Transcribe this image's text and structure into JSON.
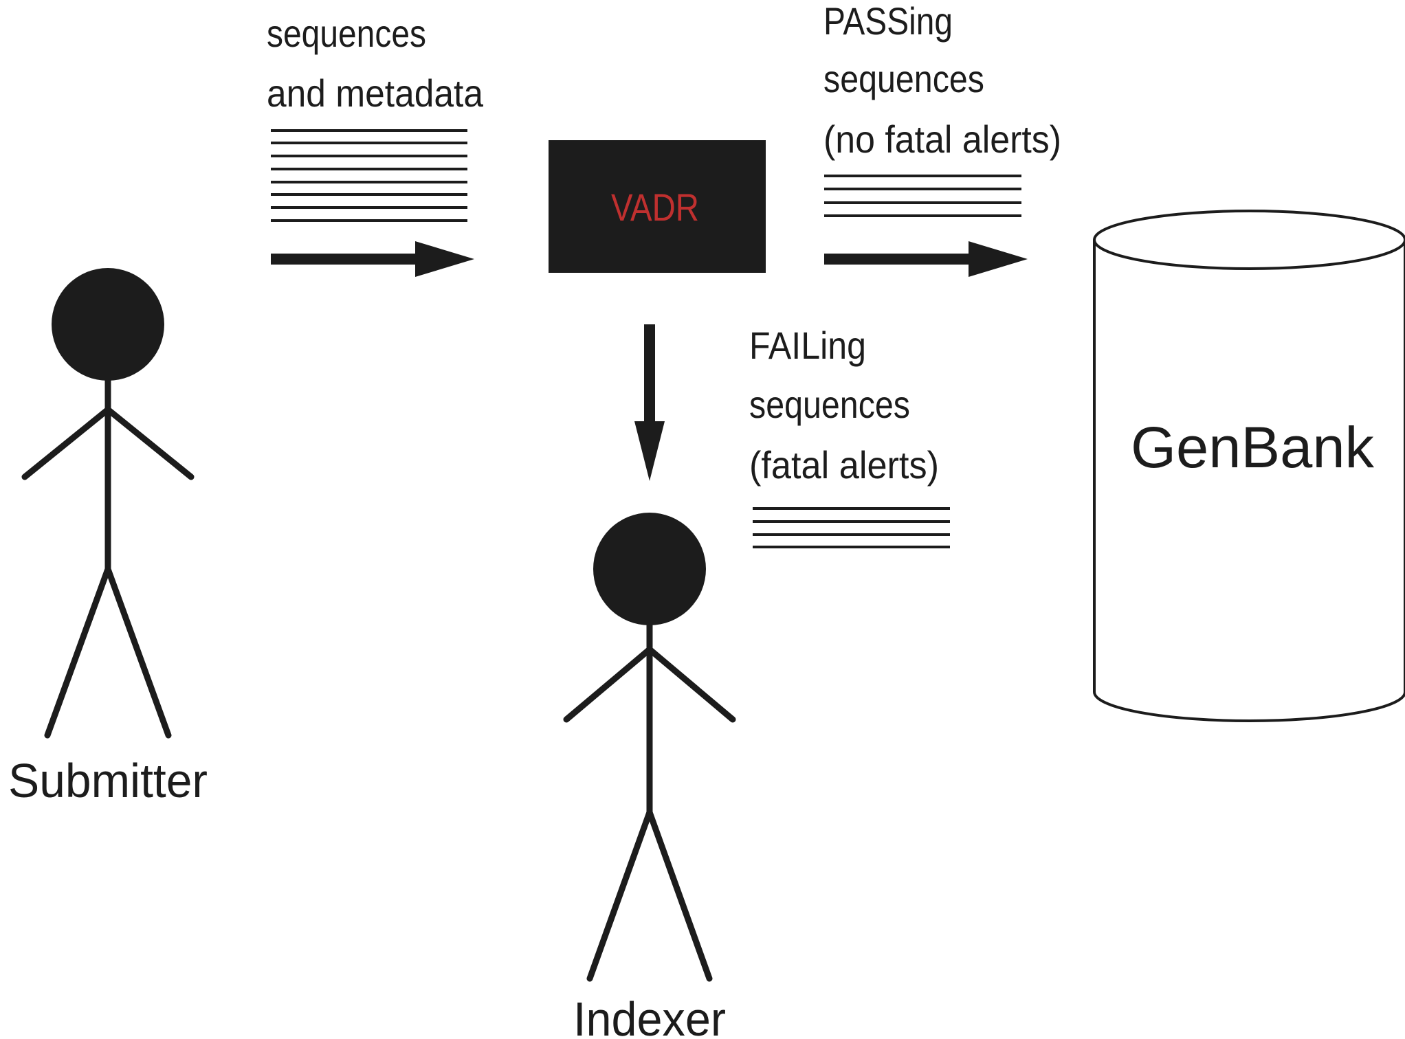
{
  "colors": {
    "ink": "#1c1c1c",
    "box_fill": "#1c1c1c",
    "box_text": "#c0302f",
    "background": "#ffffff"
  },
  "labels": {
    "input_line1": "sequences",
    "input_line2": "and metadata",
    "passing_line1": "PASSing",
    "passing_line2": "sequences",
    "passing_line3": "(no fatal alerts)",
    "failing_line1": "FAILing",
    "failing_line2": "sequences",
    "failing_line3": "(fatal alerts)"
  },
  "vadr": {
    "label": "VADR"
  },
  "database": {
    "label": "GenBank",
    "icon": "database-cylinder-icon"
  },
  "actors": {
    "submitter": {
      "label": "Submitter",
      "icon": "stick-figure-icon"
    },
    "indexer": {
      "label": "Indexer",
      "icon": "stick-figure-icon"
    }
  }
}
